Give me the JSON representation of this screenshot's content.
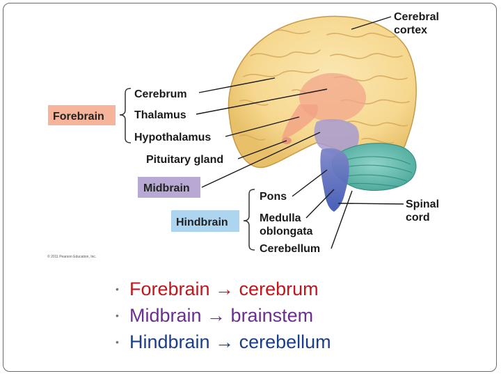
{
  "diagram": {
    "labels": {
      "cerebral_cortex": [
        "Cerebral",
        "cortex"
      ],
      "cerebrum": "Cerebrum",
      "thalamus": "Thalamus",
      "hypothalamus": "Hypothalamus",
      "pituitary_gland": "Pituitary gland",
      "pons": "Pons",
      "medulla_oblongata": [
        "Medulla",
        "oblongata"
      ],
      "cerebellum": "Cerebellum",
      "spinal_cord": [
        "Spinal",
        "cord"
      ]
    },
    "region_boxes": {
      "forebrain": {
        "label": "Forebrain",
        "color": "#f6b49a"
      },
      "midbrain": {
        "label": "Midbrain",
        "color": "#b7a9d3"
      },
      "hindbrain": {
        "label": "Hindbrain",
        "color": "#aed5f0"
      }
    },
    "copyright": "© 2011 Pearson Education, Inc."
  },
  "bullets": [
    {
      "text": "Forebrain → cerebrum",
      "color": "#c0171d"
    },
    {
      "text": "Midbrain → brainstem",
      "color": "#6a2f8f"
    },
    {
      "text": "Hindbrain → cerebellum",
      "color": "#1a3e8a"
    }
  ],
  "bullet_glyph": "•"
}
